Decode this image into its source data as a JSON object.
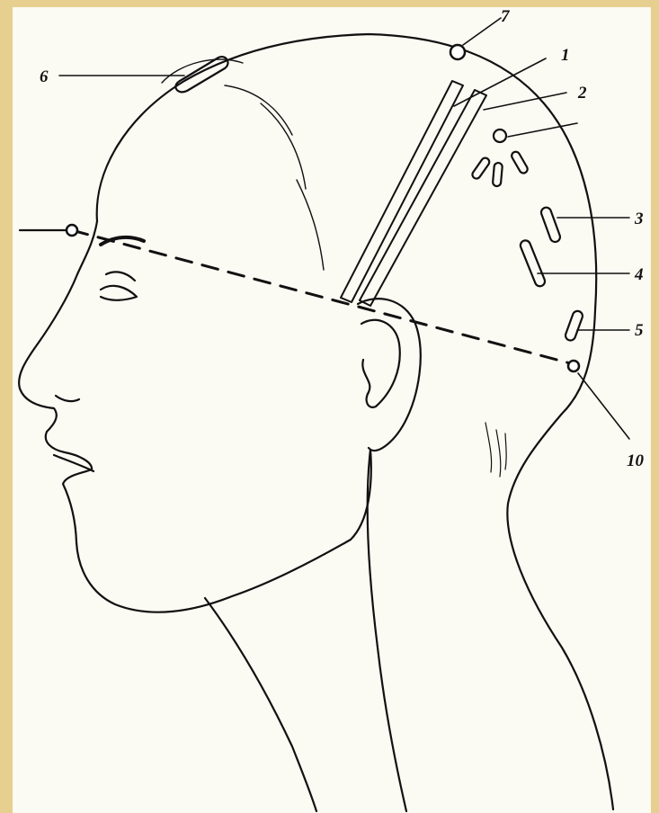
{
  "labels": {
    "l1": "1",
    "l2": "2",
    "l3": "3",
    "l4": "4",
    "l5": "5",
    "l6": "6",
    "l7": "7",
    "l10": "10"
  },
  "colors": {
    "frame": "#e6cf8f",
    "paper": "#fbfaf3",
    "ink": "#111111"
  }
}
